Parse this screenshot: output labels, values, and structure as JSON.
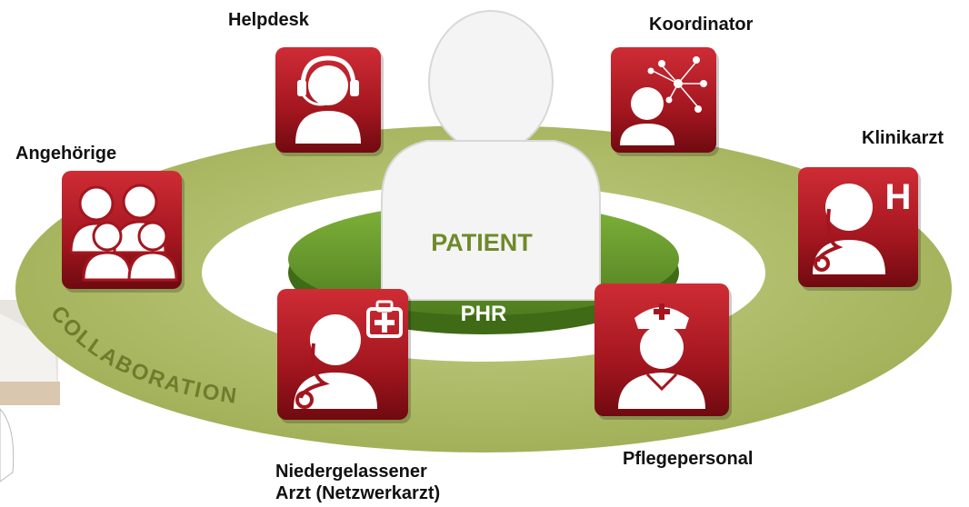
{
  "center": {
    "patient_label": "PATIENT",
    "phr_label": "PHR"
  },
  "ring": {
    "label": "COLLABORATION"
  },
  "roles": {
    "helpdesk": "Helpdesk",
    "koordinator": "Koordinator",
    "angehoerige": "Angehörige",
    "klinikarzt": "Klinikarzt",
    "klinikarzt_badge": "H",
    "niedergelassener_line1": "Niedergelassener",
    "niedergelassener_line2": "Arzt (Netzwerkarzt)",
    "pflegepersonal": "Pflegepersonal"
  },
  "colors": {
    "ring_outer": "#a9b761",
    "ring_inner": "#cfd79c",
    "ring_text": "#6f7c2e",
    "phr_platform": "#6a9a2e",
    "patient_text": "#6f8a2a",
    "tile_top": "#c42630",
    "tile_bottom": "#7a0c12"
  }
}
